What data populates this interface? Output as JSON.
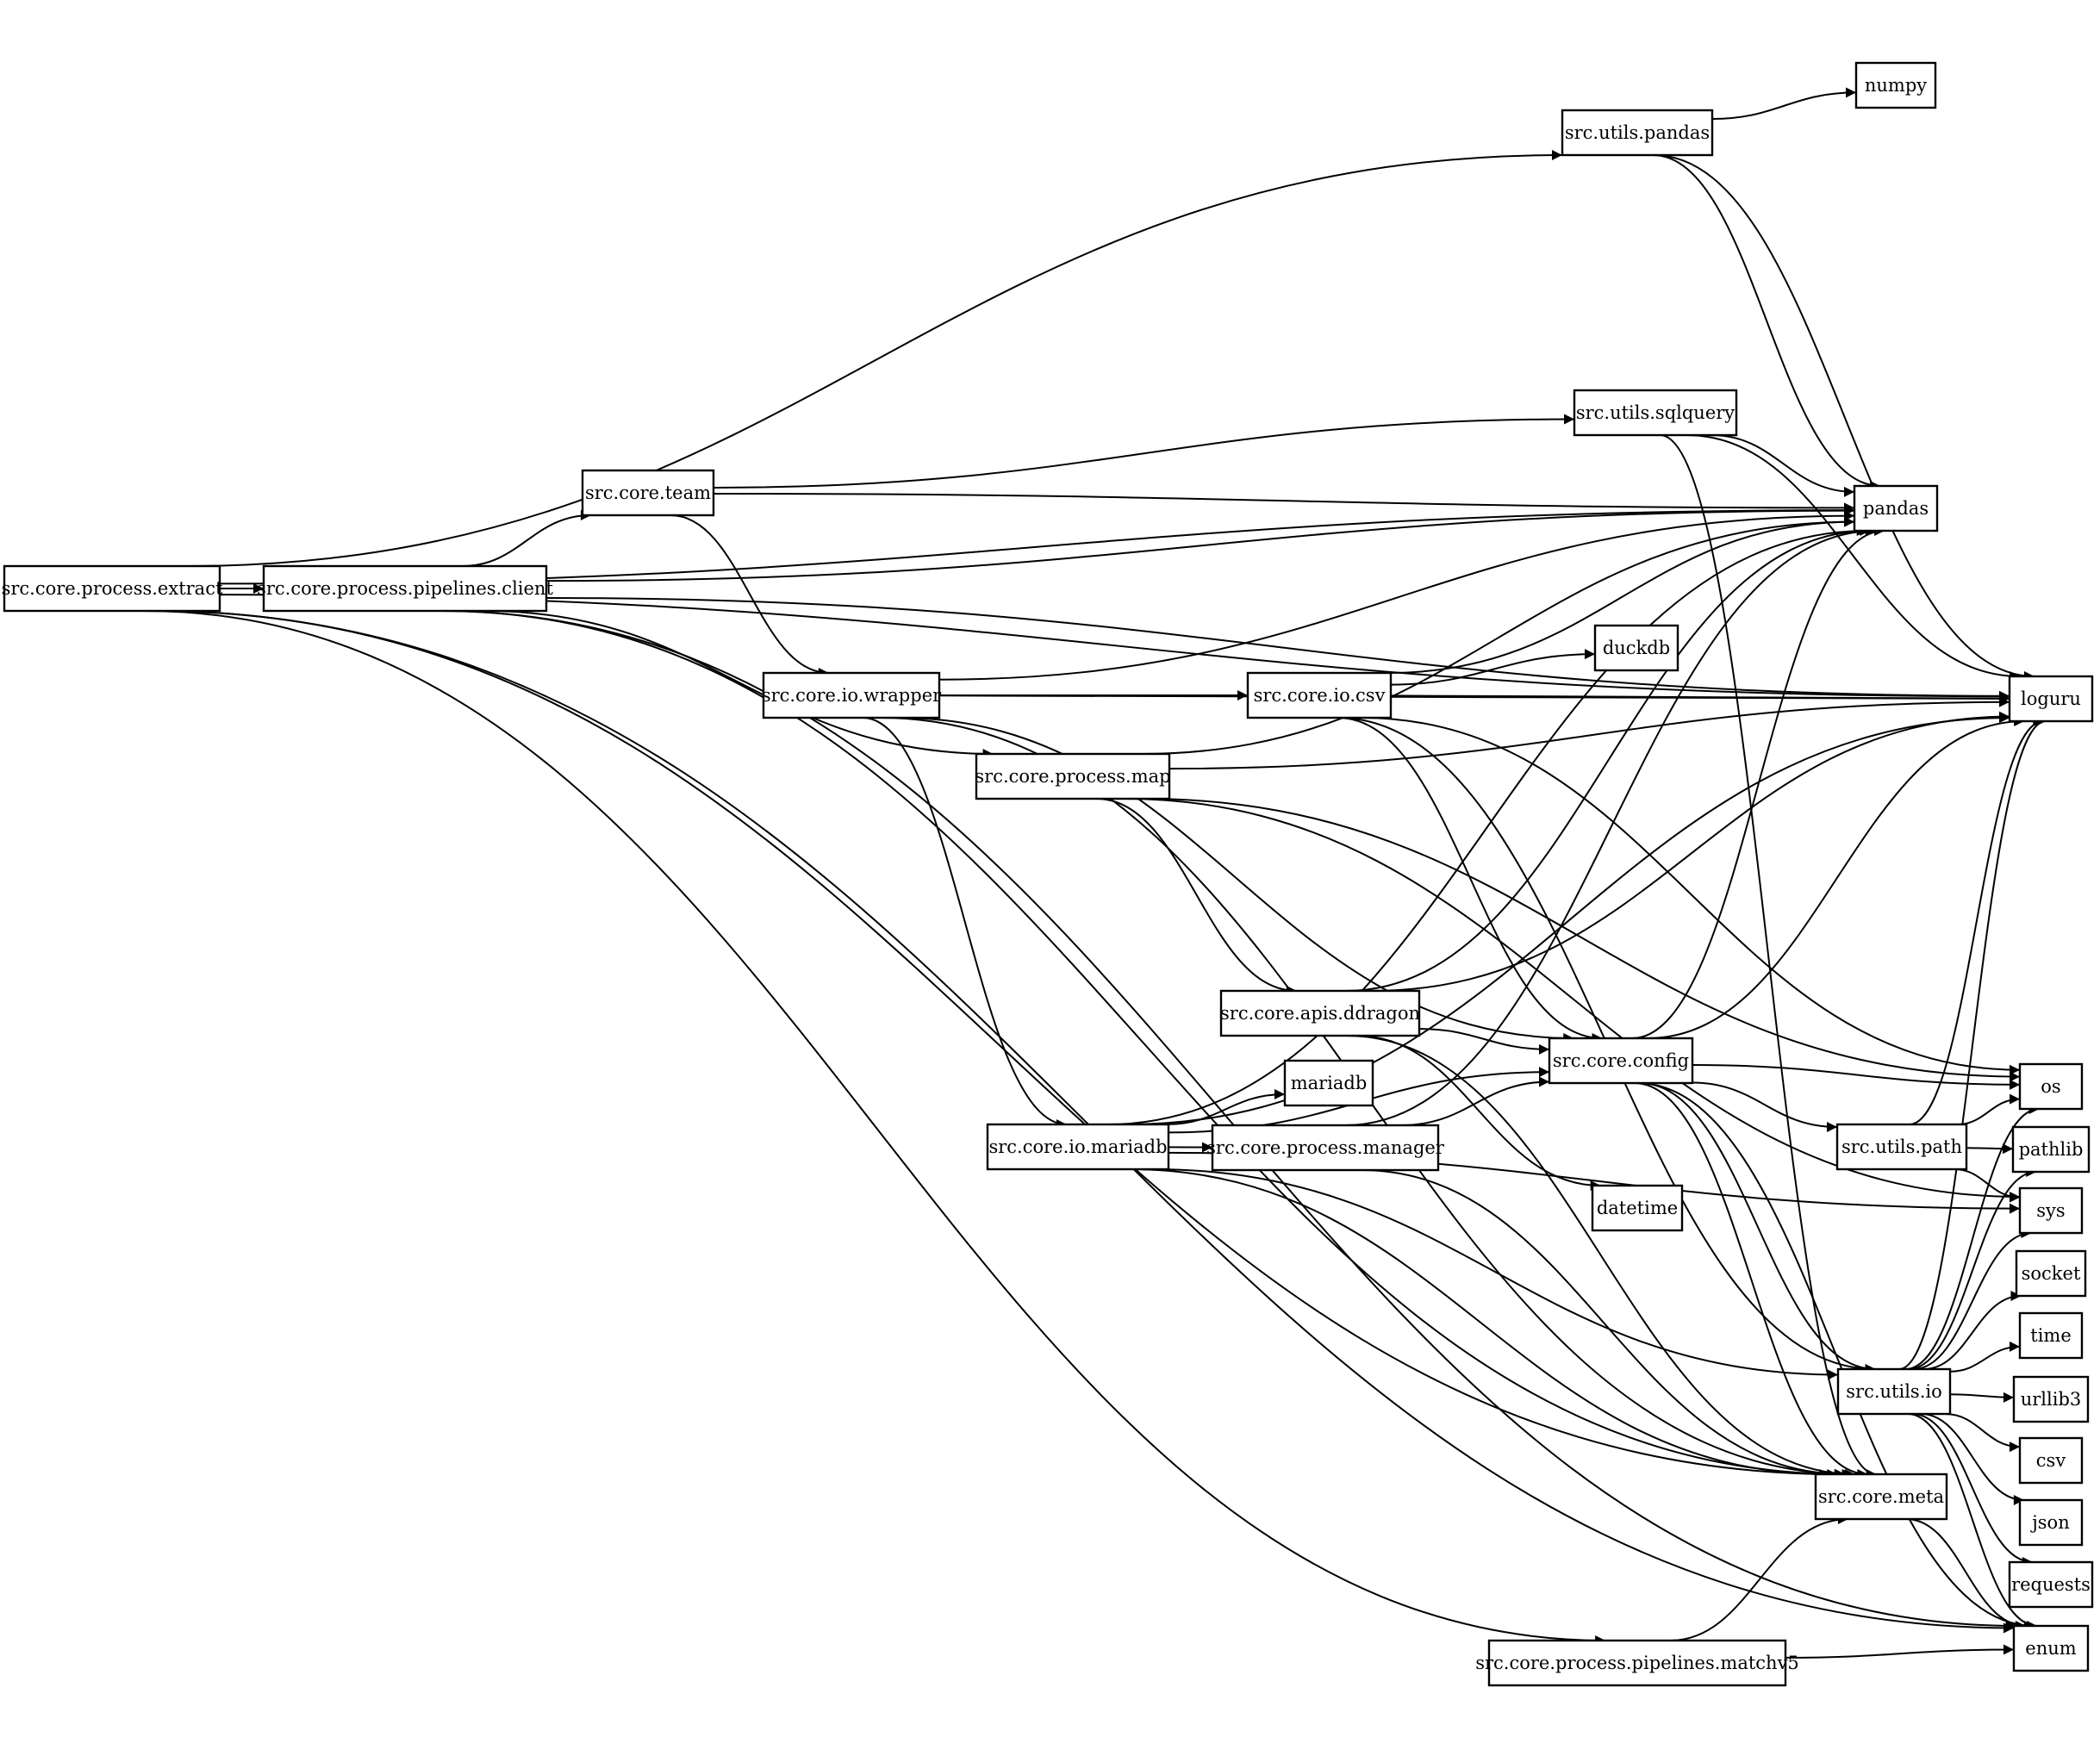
{
  "diagram": {
    "nodes": [
      {
        "id": "extract",
        "label": "src.core.process.extract"
      },
      {
        "id": "client",
        "label": "src.core.process.pipelines.client"
      },
      {
        "id": "team",
        "label": "src.core.team"
      },
      {
        "id": "wrapper",
        "label": "src.core.io.wrapper"
      },
      {
        "id": "map",
        "label": "src.core.process.map"
      },
      {
        "id": "iocsv",
        "label": "src.core.io.csv"
      },
      {
        "id": "upandas",
        "label": "src.utils.pandas"
      },
      {
        "id": "sqlquery",
        "label": "src.utils.sqlquery"
      },
      {
        "id": "numpy",
        "label": "numpy"
      },
      {
        "id": "pandas",
        "label": "pandas"
      },
      {
        "id": "duckdb",
        "label": "duckdb"
      },
      {
        "id": "loguru",
        "label": "loguru"
      },
      {
        "id": "ddragon",
        "label": "src.core.apis.ddragon"
      },
      {
        "id": "config",
        "label": "src.core.config"
      },
      {
        "id": "mariadb_mod",
        "label": "src.core.io.mariadb"
      },
      {
        "id": "mariadb",
        "label": "mariadb"
      },
      {
        "id": "manager",
        "label": "src.core.process.manager"
      },
      {
        "id": "datetime",
        "label": "datetime"
      },
      {
        "id": "upath",
        "label": "src.utils.path"
      },
      {
        "id": "os",
        "label": "os"
      },
      {
        "id": "pathlib",
        "label": "pathlib"
      },
      {
        "id": "sys",
        "label": "sys"
      },
      {
        "id": "socket",
        "label": "socket"
      },
      {
        "id": "time",
        "label": "time"
      },
      {
        "id": "uio",
        "label": "src.utils.io"
      },
      {
        "id": "urllib3",
        "label": "urllib3"
      },
      {
        "id": "csv",
        "label": "csv"
      },
      {
        "id": "meta",
        "label": "src.core.meta"
      },
      {
        "id": "json",
        "label": "json"
      },
      {
        "id": "requests",
        "label": "requests"
      },
      {
        "id": "matchv5",
        "label": "src.core.process.pipelines.matchv5"
      },
      {
        "id": "enum",
        "label": "enum"
      }
    ],
    "edges": [
      [
        "extract",
        "client"
      ],
      [
        "extract",
        "upandas"
      ],
      [
        "extract",
        "loguru"
      ],
      [
        "extract",
        "pandas"
      ],
      [
        "extract",
        "meta"
      ],
      [
        "extract",
        "matchv5"
      ],
      [
        "extract",
        "enum"
      ],
      [
        "client",
        "team"
      ],
      [
        "client",
        "map"
      ],
      [
        "client",
        "pandas"
      ],
      [
        "client",
        "loguru"
      ],
      [
        "client",
        "meta"
      ],
      [
        "client",
        "enum"
      ],
      [
        "team",
        "wrapper"
      ],
      [
        "team",
        "sqlquery"
      ],
      [
        "team",
        "pandas"
      ],
      [
        "wrapper",
        "iocsv"
      ],
      [
        "wrapper",
        "mariadb_mod"
      ],
      [
        "wrapper",
        "pandas"
      ],
      [
        "wrapper",
        "loguru"
      ],
      [
        "wrapper",
        "config"
      ],
      [
        "wrapper",
        "meta"
      ],
      [
        "map",
        "ddragon"
      ],
      [
        "map",
        "loguru"
      ],
      [
        "map",
        "pandas"
      ],
      [
        "map",
        "os"
      ],
      [
        "map",
        "sys"
      ],
      [
        "iocsv",
        "duckdb"
      ],
      [
        "iocsv",
        "pandas"
      ],
      [
        "iocsv",
        "loguru"
      ],
      [
        "iocsv",
        "config"
      ],
      [
        "iocsv",
        "os"
      ],
      [
        "iocsv",
        "uio"
      ],
      [
        "upandas",
        "numpy"
      ],
      [
        "upandas",
        "pandas"
      ],
      [
        "upandas",
        "loguru"
      ],
      [
        "sqlquery",
        "pandas"
      ],
      [
        "sqlquery",
        "loguru"
      ],
      [
        "sqlquery",
        "meta"
      ],
      [
        "ddragon",
        "config"
      ],
      [
        "ddragon",
        "pandas"
      ],
      [
        "ddragon",
        "loguru"
      ],
      [
        "ddragon",
        "datetime"
      ],
      [
        "ddragon",
        "meta"
      ],
      [
        "mariadb_mod",
        "mariadb"
      ],
      [
        "mariadb_mod",
        "manager"
      ],
      [
        "mariadb_mod",
        "config"
      ],
      [
        "mariadb_mod",
        "pandas"
      ],
      [
        "mariadb_mod",
        "loguru"
      ],
      [
        "mariadb_mod",
        "sys"
      ],
      [
        "mariadb_mod",
        "uio"
      ],
      [
        "mariadb_mod",
        "meta"
      ],
      [
        "manager",
        "config"
      ],
      [
        "manager",
        "pandas"
      ],
      [
        "manager",
        "meta"
      ],
      [
        "config",
        "pandas"
      ],
      [
        "config",
        "loguru"
      ],
      [
        "config",
        "os"
      ],
      [
        "config",
        "upath"
      ],
      [
        "config",
        "uio"
      ],
      [
        "config",
        "meta"
      ],
      [
        "config",
        "enum"
      ],
      [
        "upath",
        "os"
      ],
      [
        "upath",
        "pathlib"
      ],
      [
        "upath",
        "sys"
      ],
      [
        "upath",
        "loguru"
      ],
      [
        "uio",
        "loguru"
      ],
      [
        "uio",
        "os"
      ],
      [
        "uio",
        "pathlib"
      ],
      [
        "uio",
        "sys"
      ],
      [
        "uio",
        "socket"
      ],
      [
        "uio",
        "time"
      ],
      [
        "uio",
        "urllib3"
      ],
      [
        "uio",
        "csv"
      ],
      [
        "uio",
        "json"
      ],
      [
        "uio",
        "requests"
      ],
      [
        "uio",
        "enum"
      ],
      [
        "meta",
        "enum"
      ],
      [
        "matchv5",
        "meta"
      ],
      [
        "matchv5",
        "enum"
      ]
    ]
  }
}
